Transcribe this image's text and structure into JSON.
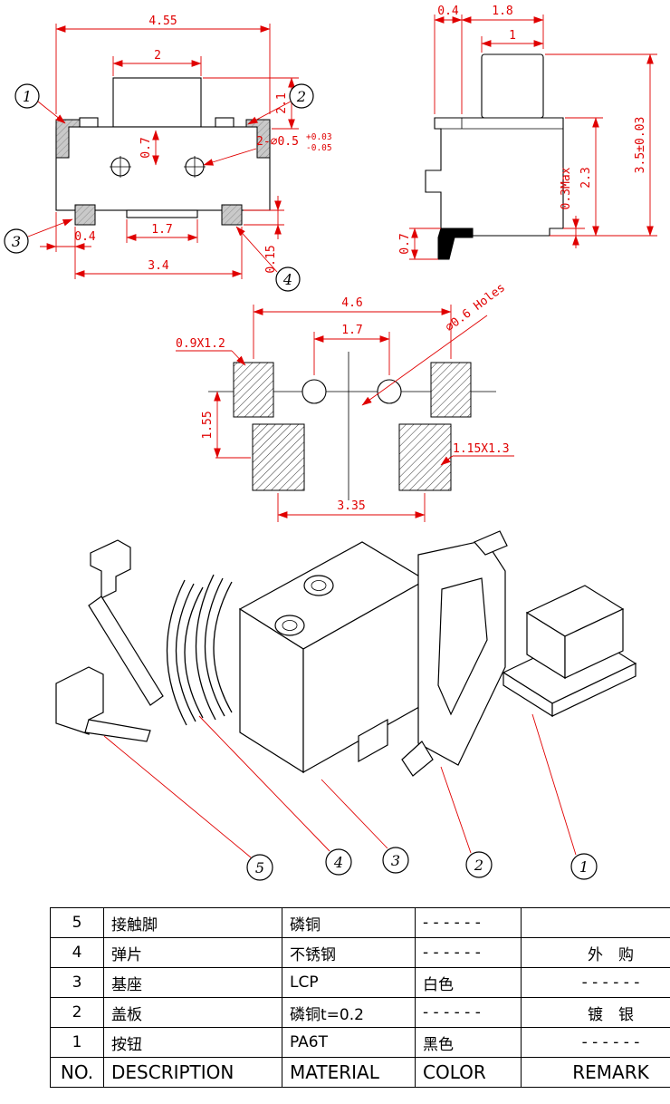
{
  "colors": {
    "dimension_red": "#e00000",
    "outline_black": "#000000",
    "pad_gray": "#c9c9c9"
  },
  "front_view": {
    "dim_total_width": "4.55",
    "dim_button_width": "2",
    "dim_height": "2.1",
    "dim_hole_drop": "0.7",
    "dim_holes": "2-∅0.5",
    "dim_holes_tol_up": "+0.03",
    "dim_holes_tol_dn": "-0.05",
    "dim_pad_inset": "0.4",
    "dim_bottom_pitch": "1.7",
    "dim_pad_span": "3.4",
    "dim_pad_height": "0.15",
    "balloons": [
      "1",
      "2",
      "3",
      "4"
    ]
  },
  "side_view": {
    "dim_top_offset": "0.4",
    "dim_top_width": "1.8",
    "dim_button_width": "1",
    "dim_standoff": "0.3Max",
    "dim_body_height": "2.3",
    "dim_total_height": "3.5±0.03",
    "dim_terminal_height": "0.7"
  },
  "footprint_view": {
    "dim_pad_span_x": "4.6",
    "dim_hole_pitch": "1.7",
    "label_pad_top_size": "0.9X1.2",
    "dim_row_offset": "1.55",
    "dim_pad_span_bottom": "3.35",
    "label_pad_bottom_size": "1.15X1.3",
    "label_holes": "∅0.6 Holes"
  },
  "exploded_view": {
    "balloons": [
      "5",
      "4",
      "3",
      "2",
      "1"
    ]
  },
  "table": {
    "header": [
      "NO.",
      "DESCRIPTION",
      "MATERIAL",
      "COLOR",
      "REMARK"
    ],
    "rows": [
      {
        "no": "5",
        "description": "接触脚",
        "material": "磷铜",
        "color": "- - - - - -",
        "remark": ""
      },
      {
        "no": "4",
        "description": "弹片",
        "material": "不锈钢",
        "color": "- - - - - -",
        "remark": "外　购"
      },
      {
        "no": "3",
        "description": "基座",
        "material": "LCP",
        "color": "白色",
        "remark": "- - - - - -"
      },
      {
        "no": "2",
        "description": "盖板",
        "material": "磷铜t=0.2",
        "color": "- - - - - -",
        "remark": "镀　银"
      },
      {
        "no": "1",
        "description": "按钮",
        "material": "PA6T",
        "color": "黑色",
        "remark": "- - - - - -"
      }
    ]
  }
}
